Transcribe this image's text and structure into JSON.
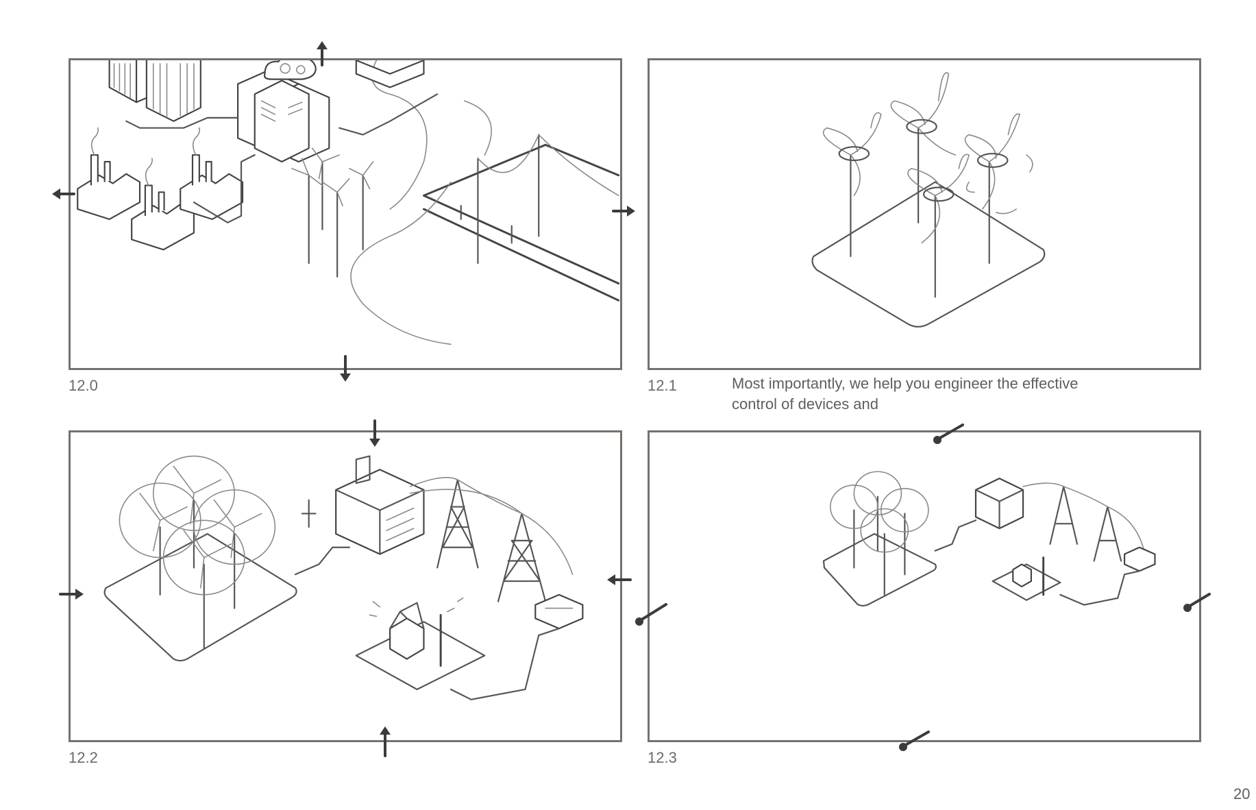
{
  "panels": [
    {
      "id": "12.0",
      "label": "12.0"
    },
    {
      "id": "12.1",
      "label": "12.1"
    },
    {
      "id": "12.2",
      "label": "12.2"
    },
    {
      "id": "12.3",
      "label": "12.3"
    }
  ],
  "caption": {
    "line1": "Most importantly, we help you engineer the effective",
    "line2": "control of devices and"
  },
  "page_number": "20",
  "colors": {
    "frame_border": "#77706b",
    "sketch": "#444444"
  }
}
